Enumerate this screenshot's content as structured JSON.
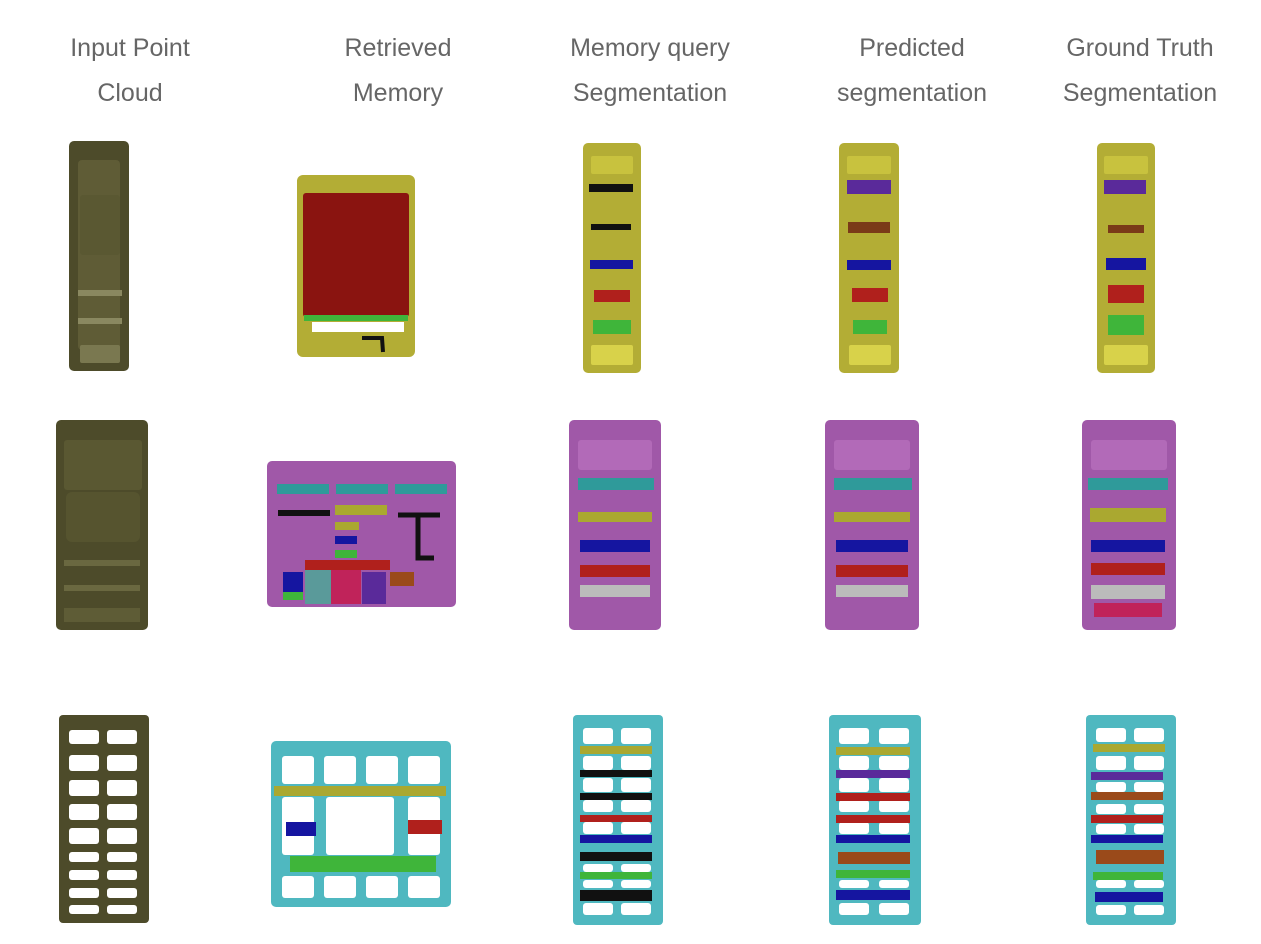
{
  "headers": [
    {
      "line1": "Input Point",
      "line2": "Cloud"
    },
    {
      "line1": "Retrieved",
      "line2": "Memory"
    },
    {
      "line1": "Memory query",
      "line2": "Segmentation"
    },
    {
      "line1": "Predicted",
      "line2": "segmentation"
    },
    {
      "line1": "Ground Truth",
      "line2": "Segmentation"
    }
  ],
  "colors": {
    "olive_dark": "#4d4b2a",
    "olive_bright": "#b3ad35",
    "dark_red": "#8a1410",
    "green": "#3fb53a",
    "black": "#111111",
    "blue": "#1515a0",
    "red": "#b0201c",
    "purple": "#5a2a9a",
    "brown": "#7a3a18",
    "magenta_frame": "#a058a8",
    "teal": "#2f9a9a",
    "yellow_shelf": "#aaa830",
    "gray": "#bbbbbb",
    "crimson": "#c0235a",
    "cyan_frame": "#4fb8c0",
    "orange_brown": "#9a4a1a"
  }
}
